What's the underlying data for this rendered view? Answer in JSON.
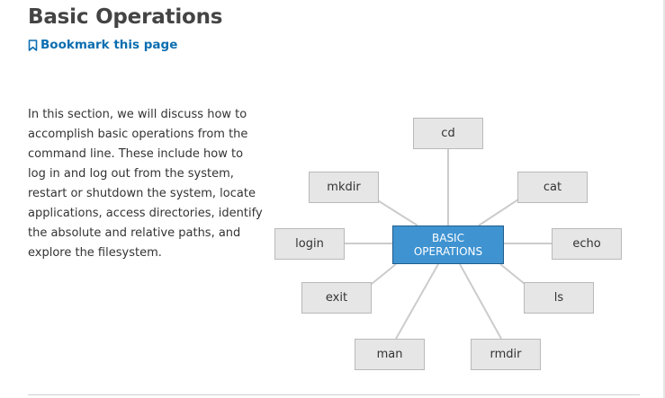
{
  "page": {
    "title": "Basic Operations",
    "bookmark_label": "Bookmark this page",
    "bookmark_icon": "bookmark-icon",
    "intro_text": "In this section, we will discuss how to accomplish basic operations from the command line. These include how to log in and log out from the system, restart or shutdown the system, locate applications, access directories, identify the absolute and relative paths, and explore the filesystem."
  },
  "diagram": {
    "center": {
      "line1": "BASIC",
      "line2": "OPERATIONS"
    },
    "nodes": {
      "cd": "cd",
      "cat": "cat",
      "mkdir": "mkdir",
      "login": "login",
      "echo": "echo",
      "exit": "exit",
      "ls": "ls",
      "man": "man",
      "rmdir": "rmdir"
    },
    "colors": {
      "center_fill": "#3f93d1",
      "node_fill": "#e6e6e6",
      "connector": "#cccccc",
      "link": "#0b6eb0"
    }
  }
}
